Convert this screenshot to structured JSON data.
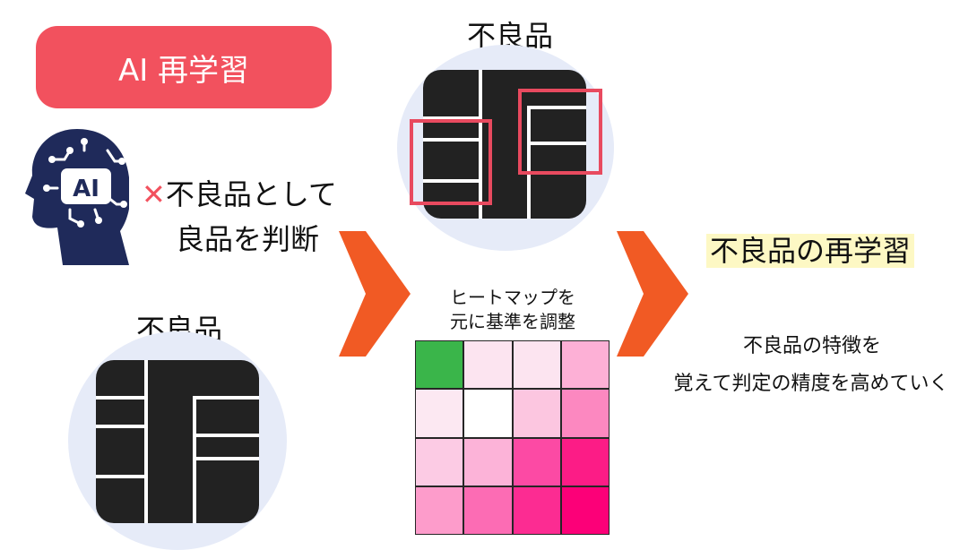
{
  "badge": {
    "text": "AI 再学習"
  },
  "ai_head": {
    "icon": "ai-brain-head-icon",
    "text": "AI"
  },
  "judgment": {
    "mark": "✕",
    "line1": "不良品として",
    "line2": "良品を判断"
  },
  "defect_left": {
    "label": "不良品"
  },
  "defect_top": {
    "label": "不良品"
  },
  "heatmap": {
    "caption_line1": "ヒートマップを",
    "caption_line2": "元に基準を調整",
    "cells": [
      [
        "#3ab54a",
        "#fce4f0",
        "#fce4f0",
        "#fdb0d6"
      ],
      [
        "#fce8f2",
        "#ffffff",
        "#fcc6e0",
        "#fc88c0"
      ],
      [
        "#fccbe4",
        "#fcb3d8",
        "#fc4aa4",
        "#fc1c86"
      ],
      [
        "#fd9ccb",
        "#fc6cb4",
        "#fc2c92",
        "#fc0078"
      ]
    ]
  },
  "result": {
    "title": "不良品の再学習",
    "desc_line1": "不良品の特徴を",
    "desc_line2": "覚えて判定の精度を高めていく"
  },
  "colors": {
    "badge": "#f2515e",
    "arrow": "#f15a24",
    "frame": "#e84a5f",
    "chip": "#222222",
    "bubble": "#e6ebf8",
    "highlight": "#fdf8c4"
  }
}
